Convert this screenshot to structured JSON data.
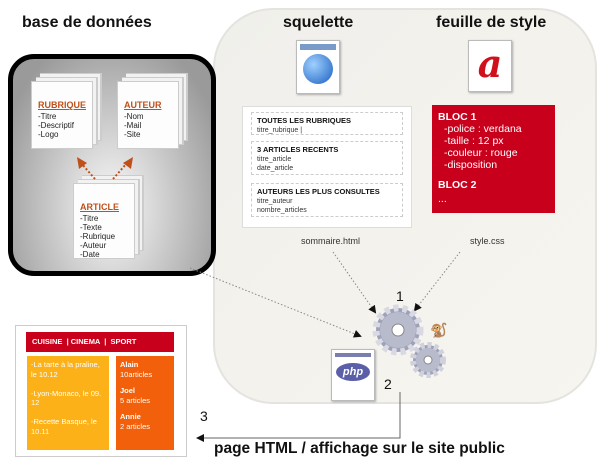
{
  "titles": {
    "db": "base de données",
    "skeleton": "squelette",
    "stylesheet": "feuille de style"
  },
  "database": {
    "rubrique": {
      "title": "RUBRIQUE",
      "fields": [
        "-Titre",
        "-Descriptif",
        "-Logo"
      ]
    },
    "auteur": {
      "title": "AUTEUR",
      "fields": [
        "-Nom",
        "-Mail",
        "-Site"
      ]
    },
    "article": {
      "title": "ARTICLE",
      "fields": [
        "-Titre",
        "-Texte",
        "-Rubrique",
        "-Auteur",
        "-Date"
      ]
    }
  },
  "template": {
    "blocks": [
      {
        "title": "TOUTES LES RUBRIQUES",
        "lines": [
          "titre_rubrique |"
        ]
      },
      {
        "title": "3 ARTICLES RECENTS",
        "lines": [
          "titre_article",
          "date_article"
        ]
      },
      {
        "title": "AUTEURS LES PLUS CONSULTES",
        "lines": [
          "titre_auteur",
          "nombre_articles"
        ]
      }
    ],
    "filename": "sommaire.html"
  },
  "css": {
    "lines": [
      "BLOC 1",
      "-police : verdana",
      "-taille : 12 px",
      "-couleur : rouge",
      "-disposition",
      "BLOC 2",
      "..."
    ],
    "filename": "style.css",
    "icon_letter": "a"
  },
  "php_label": "php",
  "steps": [
    "1",
    "2",
    "3"
  ],
  "output": {
    "nav": "CUISINE  | CINEMA  |  SPORT",
    "articles": [
      "-La tarte à la praline, le 10.12",
      "-Lyon-Monaco, le 09. 12",
      "-Recette Basque, le 10.11"
    ],
    "authors": [
      {
        "name": "Alain",
        "count": "10articles"
      },
      {
        "name": "Joel",
        "count": "5 articles"
      },
      {
        "name": "Annie",
        "count": "2 articles"
      }
    ],
    "caption": "page HTML / affichage sur le site public"
  },
  "colors": {
    "red": "#c8001c",
    "yellow": "#fbb117",
    "orange": "#f2600b",
    "accent": "#c0501a"
  }
}
